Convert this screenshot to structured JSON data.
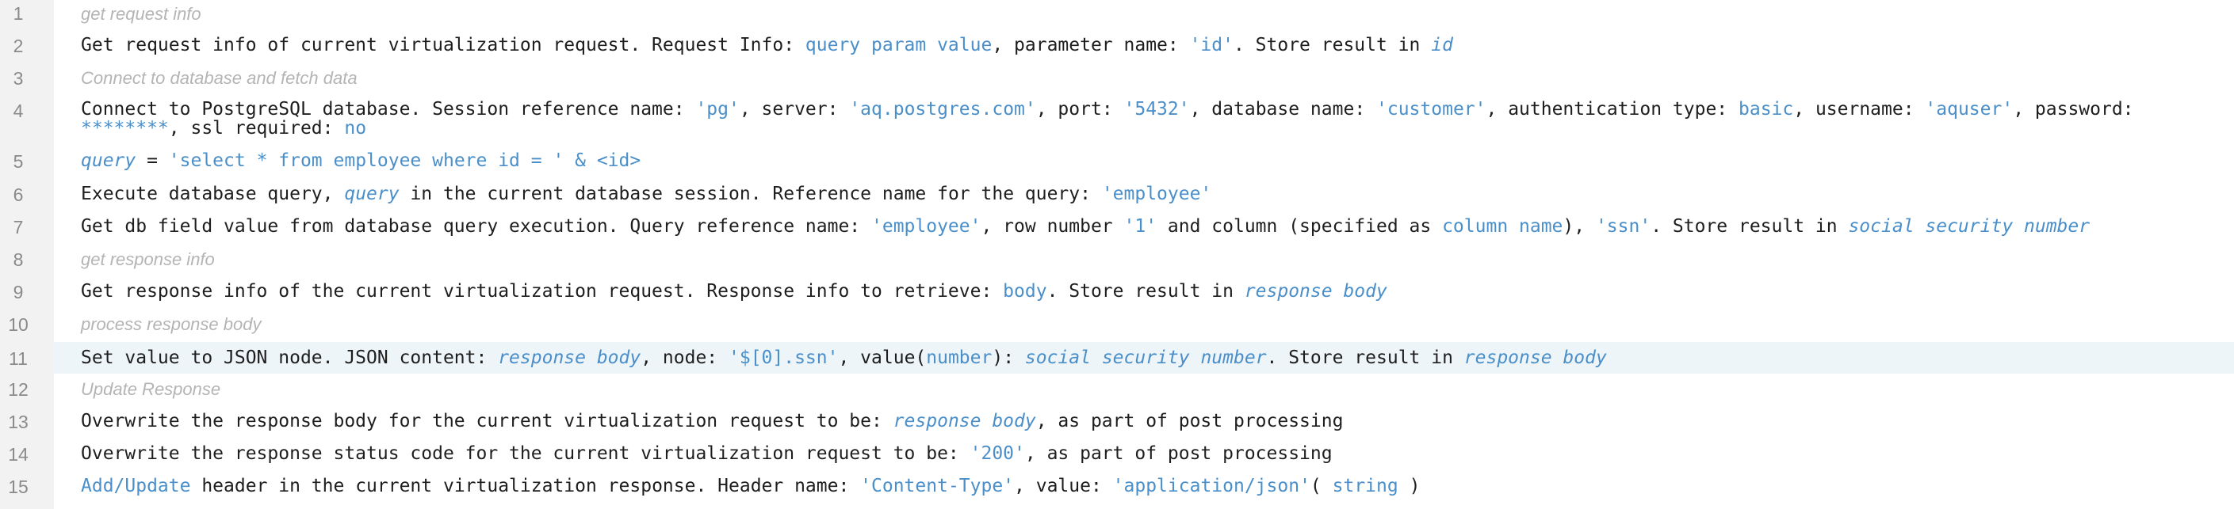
{
  "editor": {
    "line_numbers": [
      "1",
      "2",
      "3",
      "4",
      "5",
      "6",
      "7",
      "8",
      "9",
      "10",
      "11",
      "12",
      "13",
      "14",
      "15"
    ],
    "lines": {
      "l1": {
        "comment": "get request info"
      },
      "l2": {
        "t1": "Get request info of current virtualization request. Request Info: ",
        "kw1": "query param value",
        "t2": ", parameter name: ",
        "s1": "'id'",
        "t3": ". Store result in ",
        "v1": "id"
      },
      "l3": {
        "comment": "Connect to database and fetch data"
      },
      "l4": {
        "t1": "Connect to PostgreSQL database. Session reference name: ",
        "s1": "'pg'",
        "t2": ", server: ",
        "s2": "'aq.postgres.com'",
        "t3": ", port: ",
        "s3": "'5432'",
        "t4": ", database name: ",
        "s4": "'customer'",
        "t5": ", authentication type: ",
        "kw1": "basic",
        "t6": ", username: ",
        "s5": "'aquser'",
        "t7": ", password: ",
        "kw2": "********",
        "t8": ", ssl required: ",
        "kw3": "no"
      },
      "l5": {
        "v1": "query",
        "t1": " = ",
        "s1": "'select * from employee where id = ' & <id>"
      },
      "l6": {
        "t1": "Execute database query, ",
        "v1": "query",
        "t2": " in the current database session. Reference name for the query: ",
        "s1": "'employee'"
      },
      "l7": {
        "t1": "Get db field value from database query execution. Query reference name: ",
        "s1": "'employee'",
        "t2": ", row number ",
        "s2": "'1'",
        "t3": " and column (specified as ",
        "kw1": "column name",
        "t4": "), ",
        "s3": "'ssn'",
        "t5": ". Store result in ",
        "v1": "social security number"
      },
      "l8": {
        "comment": "get response info"
      },
      "l9": {
        "t1": "Get response info of the current virtualization request. Response info to retrieve: ",
        "kw1": "body",
        "t2": ". Store result in ",
        "v1": "response body"
      },
      "l10": {
        "comment": "process response body"
      },
      "l11": {
        "t1": "Set value to JSON node. JSON content: ",
        "v1": "response body",
        "t2": ", node: ",
        "s1": "'$[0].ssn'",
        "t3": ", value(",
        "kw1": "number",
        "t4": "): ",
        "v2": "social security number",
        "t5": ". Store result in ",
        "v3": "response body"
      },
      "l12": {
        "comment": "Update Response"
      },
      "l13": {
        "t1": "Overwrite the response body for the current virtualization request to be: ",
        "v1": "response body",
        "t2": ", as part of post processing"
      },
      "l14": {
        "t1": "Overwrite the response status code for the current virtualization request to be: ",
        "s1": "'200'",
        "t2": ", as part of post processing"
      },
      "l15": {
        "kw1": "Add/Update",
        "t1": " header in the current virtualization response. Header name: ",
        "s1": "'Content-Type'",
        "t2": ", value: ",
        "s2": "'application/json'",
        "t3": "( ",
        "kw2": "string",
        "t4": " )"
      }
    }
  },
  "colors": {
    "text": "#1e1e1e",
    "keyword": "#4a8fc9",
    "comment": "#b4b4b4",
    "gutter": "#f2f2f2",
    "highlight": "#eef5f8"
  }
}
